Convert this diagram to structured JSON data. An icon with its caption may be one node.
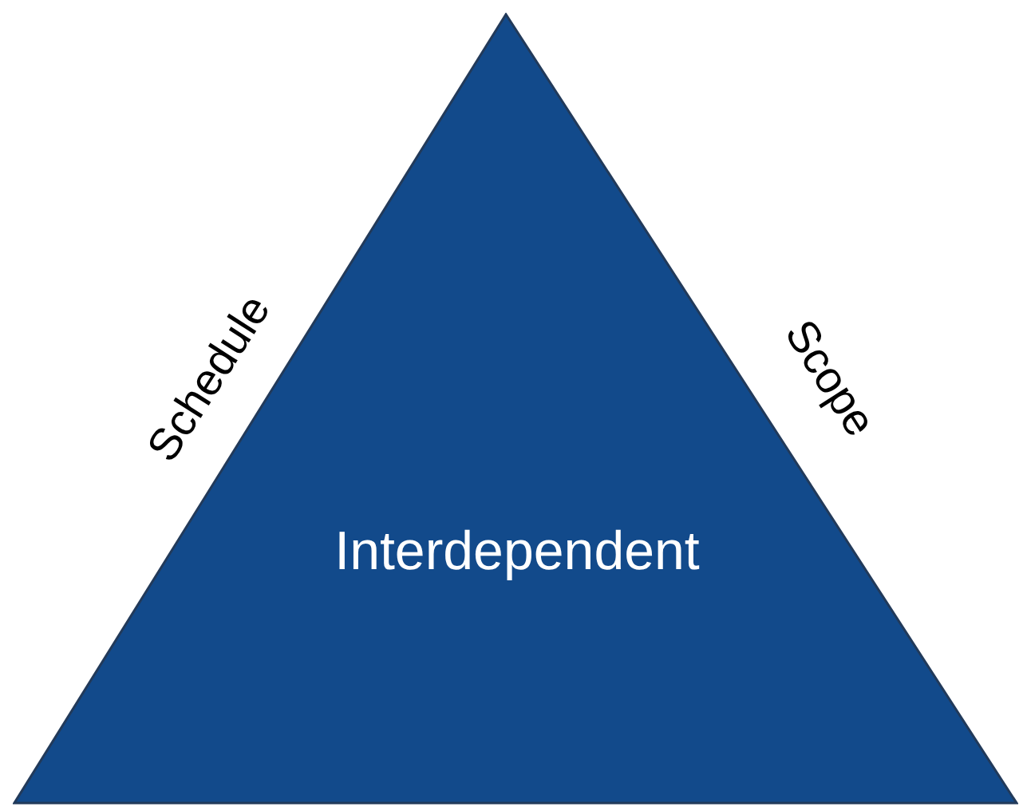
{
  "diagram": {
    "nodes": [
      {
        "text": [
          "Interdependent"
        ]
      }
    ],
    "labels": [
      "Schedule",
      "Scope"
    ]
  }
}
